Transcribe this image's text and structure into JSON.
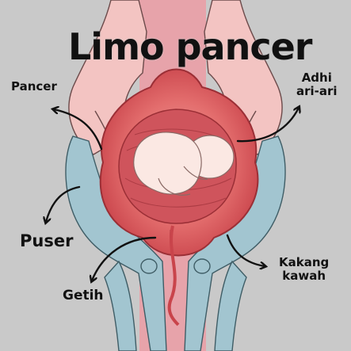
{
  "title": "Limo pancer",
  "labels": {
    "pancer": "Pancer",
    "adhi_line1": "Adhi",
    "adhi_line2": "ari-ari",
    "puser": "Puser",
    "getih": "Getih",
    "kakang_line1": "Kakang",
    "kakang_line2": "kawah"
  },
  "colors": {
    "background": "#c9c9c9",
    "top_hands": "#f2c1c0",
    "bottom_hands": "#9fc3ce",
    "center_strip": "#e7a3aa",
    "placenta": "#e26a6a",
    "placenta_dark": "#b8373f",
    "fetus": "#fbe8e3",
    "arrow": "#111111"
  }
}
